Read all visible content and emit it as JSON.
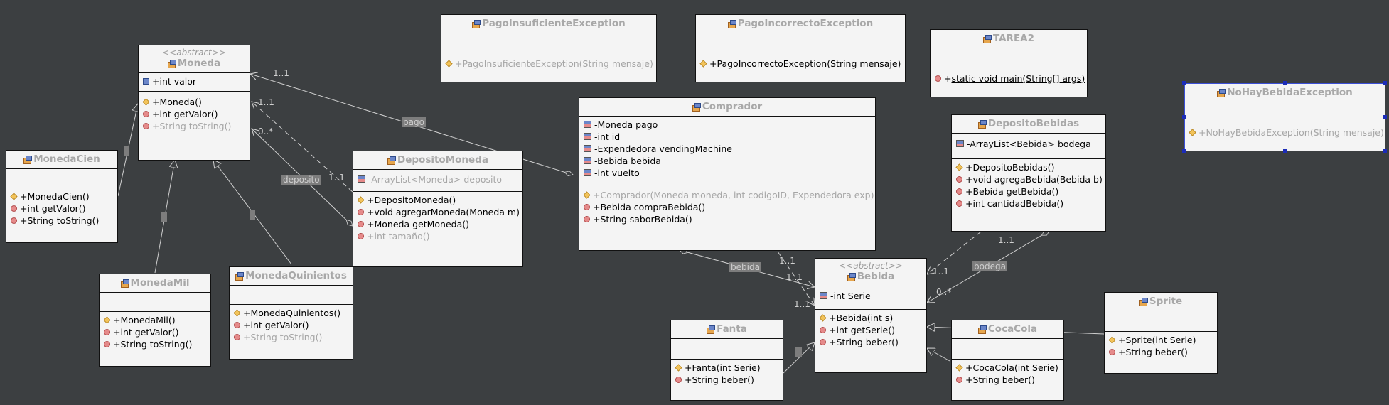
{
  "classes": {
    "moneda": {
      "stereotype": "<<abstract>>",
      "name": "Moneda",
      "fields": [
        "+int valor"
      ],
      "methods": [
        [
          "prot",
          "+Moneda()"
        ],
        [
          "pub",
          "+int getValor()"
        ],
        [
          "pub",
          "+String toString()"
        ]
      ]
    },
    "monedaCien": {
      "name": "MonedaCien",
      "fields": [],
      "methods": [
        [
          "prot",
          "+MonedaCien()"
        ],
        [
          "pub",
          "+int getValor()"
        ],
        [
          "pub",
          "+String toString()"
        ]
      ]
    },
    "monedaMil": {
      "name": "MonedaMil",
      "fields": [],
      "methods": [
        [
          "prot",
          "+MonedaMil()"
        ],
        [
          "pub",
          "+int getValor()"
        ],
        [
          "pub",
          "+String toString()"
        ]
      ]
    },
    "monedaQuinientos": {
      "name": "MonedaQuinientos",
      "fields": [],
      "methods": [
        [
          "prot",
          "+MonedaQuinientos()"
        ],
        [
          "pub",
          "+int getValor()"
        ],
        [
          "pub",
          "+String toString()"
        ]
      ]
    },
    "depositoMoneda": {
      "name": "DepositoMoneda",
      "fields": [
        "-ArrayList<Moneda> deposito"
      ],
      "methods": [
        [
          "prot",
          "+DepositoMoneda()"
        ],
        [
          "pub",
          "+void agregarMoneda(Moneda m)"
        ],
        [
          "pub",
          "+Moneda getMoneda()"
        ],
        [
          "pub",
          "+int tamaño()"
        ]
      ]
    },
    "pagoInsuficiente": {
      "name": "PagoInsuficienteException",
      "fields": [],
      "methods": [
        [
          "prot",
          "+PagoInsuficienteException(String mensaje)"
        ]
      ]
    },
    "pagoIncorrecto": {
      "name": "PagoIncorrectoException",
      "fields": [],
      "methods": [
        [
          "prot",
          "+PagoIncorrectoException(String mensaje)"
        ]
      ]
    },
    "tarea2": {
      "name": "TAREA2",
      "fields": [],
      "methods": [
        [
          "pub",
          "+",
          "static void main(String[] args)"
        ]
      ]
    },
    "comprador": {
      "name": "Comprador",
      "fields": [
        "-Moneda pago",
        "-int id",
        "-Expendedora vendingMachine",
        "-Bebida bebida",
        "-int vuelto"
      ],
      "methods": [
        [
          "prot",
          "+Comprador(Moneda moneda, int codigoID, Expendedora exp)"
        ],
        [
          "pub",
          "+Bebida compraBebida()"
        ],
        [
          "pub",
          "+String saborBebida()"
        ]
      ]
    },
    "depositoBebidas": {
      "name": "DepositoBebidas",
      "fields": [
        "-ArrayList<Bebida> bodega"
      ],
      "methods": [
        [
          "prot",
          "+DepositoBebidas()"
        ],
        [
          "pub",
          "+void agregaBebida(Bebida b)"
        ],
        [
          "pub",
          "+Bebida getBebida()"
        ],
        [
          "pub",
          "+int cantidadBebida()"
        ]
      ]
    },
    "noHayBebida": {
      "name": "NoHayBebidaException",
      "fields": [],
      "methods": [
        [
          "prot",
          "+NoHayBebidaException(String mensaje)"
        ]
      ]
    },
    "bebida": {
      "stereotype": "<<abstract>>",
      "name": "Bebida",
      "fields": [
        "-int Serie"
      ],
      "methods": [
        [
          "prot",
          "+Bebida(int s)"
        ],
        [
          "pub",
          "+int getSerie()"
        ],
        [
          "pub",
          "+String beber()"
        ]
      ]
    },
    "fanta": {
      "name": "Fanta",
      "fields": [],
      "methods": [
        [
          "prot",
          "+Fanta(int Serie)"
        ],
        [
          "pub",
          "+String beber()"
        ]
      ]
    },
    "cocaCola": {
      "name": "CocaCola",
      "fields": [],
      "methods": [
        [
          "prot",
          "+CocaCola(int Serie)"
        ],
        [
          "pub",
          "+String beber()"
        ]
      ]
    },
    "sprite": {
      "name": "Sprite",
      "fields": [],
      "methods": [
        [
          "prot",
          "+Sprite(int Serie)"
        ],
        [
          "pub",
          "+String beber()"
        ]
      ]
    }
  },
  "labels": {
    "pago": "pago",
    "deposito": "deposito",
    "bebida": "bebida",
    "bodega": "bodega",
    "m11a": "1..1",
    "m11b": "1..1",
    "m0star": "0..*",
    "m11c": "1..1",
    "m11d": "1..1",
    "m11e": "1..1",
    "m11f": "1..1",
    "m11g": "1..1",
    "m11h": "1..1",
    "m0star2": "0..*"
  },
  "colors": {
    "background": "#3c3f41",
    "box": "#f4f4f4",
    "line": "#cfcfcf",
    "selection": "#1c2cb8"
  }
}
